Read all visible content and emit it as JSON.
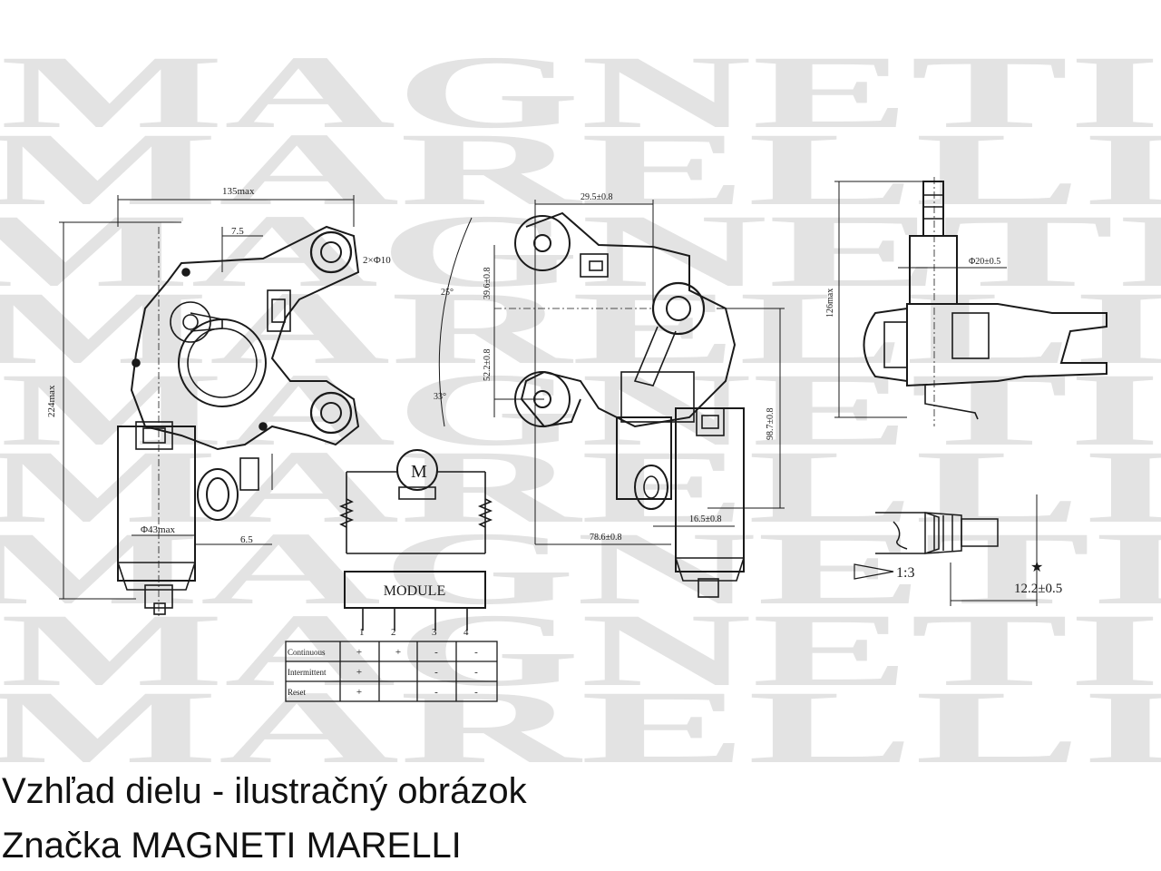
{
  "watermark": {
    "line1": "MAGNETI",
    "line2": "MARELLI",
    "color": "#e3e3e3"
  },
  "drawing": {
    "left_view": {
      "width_dim": "135max",
      "height_dim": "224max",
      "dim_a": "7.5",
      "dim_b": "2×Φ10",
      "dim_c": "Φ43max",
      "dim_d": "6.5"
    },
    "middle_view": {
      "top_dim": "29.5±0.8",
      "angle_top": "25°",
      "angle_bottom": "33°",
      "dim_v1": "39.6±0.8",
      "dim_v2": "52.2±0.8",
      "dim_right": "98.7±0.8",
      "dim_bottom": "78.6±0.8",
      "dim_small": "16.5±0.8"
    },
    "right_view": {
      "shaft_dim": "Φ20±0.5",
      "height_dim": "126max"
    },
    "detail": {
      "ratio": "1:3",
      "length": "12.2±0.5",
      "star": "★"
    },
    "circuit": {
      "motor_label": "M",
      "module_label": "MODULE",
      "pins": [
        "1",
        "2",
        "3",
        "4"
      ]
    },
    "table": {
      "rows": [
        {
          "label": "Continuous",
          "cells": [
            "+",
            "+",
            "-",
            "-"
          ]
        },
        {
          "label": "Intermittent",
          "cells": [
            "+",
            "",
            "-",
            "-"
          ]
        },
        {
          "label": "Reset",
          "cells": [
            "+",
            "",
            "-",
            "-"
          ]
        }
      ]
    }
  },
  "captions": {
    "line1": "Vzhľad dielu - ilustračný obrázok",
    "line2": "Značka MAGNETI MARELLI"
  }
}
